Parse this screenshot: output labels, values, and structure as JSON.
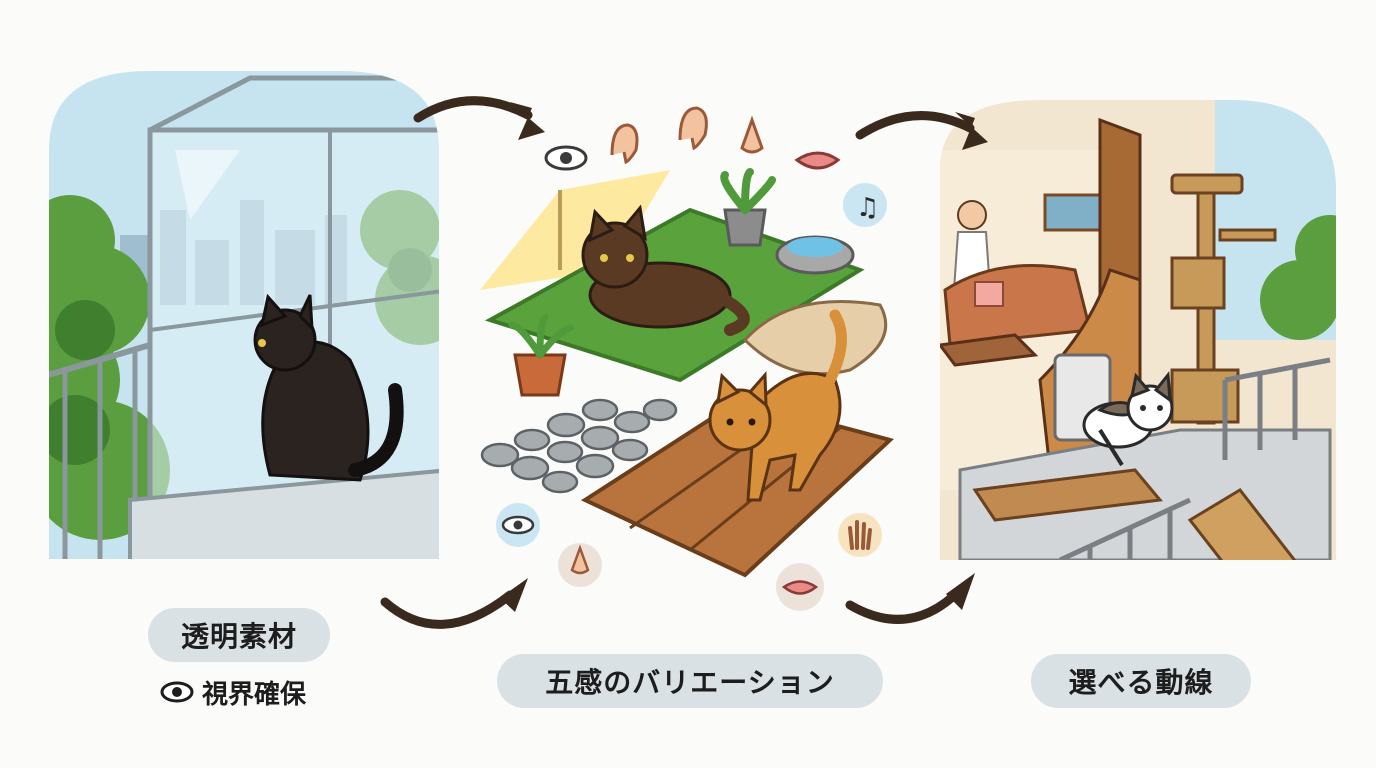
{
  "panels": [
    {
      "label": "透明素材",
      "sub": {
        "icon": "eye-icon",
        "text": "視界確保"
      }
    },
    {
      "label": "五感のバリエーション"
    },
    {
      "label": "選べる動線"
    }
  ],
  "sense_icons": [
    "eye-icon",
    "ear-icon",
    "ear-icon",
    "nose-icon",
    "lips-icon",
    "music-note-icon",
    "eye-icon",
    "nose-icon",
    "hand-icon",
    "lips-icon"
  ],
  "colors": {
    "pill": "#d9e1e4",
    "arrow": "#3a2a1e",
    "sky": "#bfe0ee",
    "grass": "#5aa23c",
    "wood": "#b8743c",
    "black_cat": "#2a231f",
    "tabby_cat": "#d8903a"
  }
}
